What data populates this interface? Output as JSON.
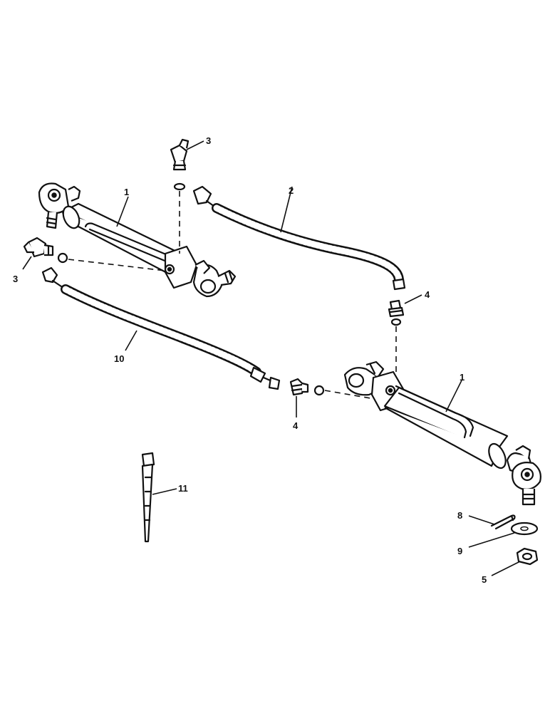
{
  "diagram": {
    "callouts": [
      {
        "id": "c3a",
        "text": "3"
      },
      {
        "id": "c1a",
        "text": "1"
      },
      {
        "id": "c2",
        "text": "2"
      },
      {
        "id": "c3b",
        "text": "3"
      },
      {
        "id": "c4a",
        "text": "4"
      },
      {
        "id": "c10",
        "text": "10"
      },
      {
        "id": "c4b",
        "text": "4"
      },
      {
        "id": "c1b",
        "text": "1"
      },
      {
        "id": "c11",
        "text": "11"
      },
      {
        "id": "c8",
        "text": "8"
      },
      {
        "id": "c9",
        "text": "9"
      },
      {
        "id": "c5",
        "text": "5"
      }
    ]
  }
}
